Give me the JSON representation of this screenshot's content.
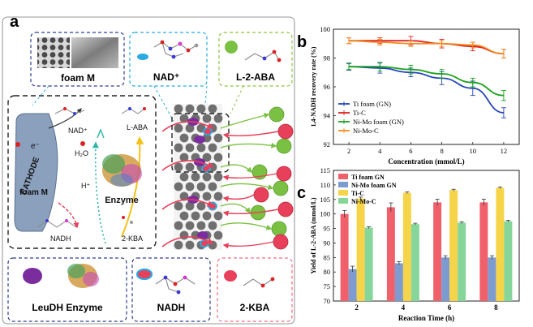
{
  "panel_a": {
    "letter": "a",
    "foam_m": "foam M",
    "nad_plus": "NAD⁺",
    "l2aba": "L-2-ABA",
    "leudh": "LeuDH Enzyme",
    "nadh": "NADH",
    "kba": "2-KBA",
    "inner": {
      "foam_m": "foam M",
      "nad": "NAD⁺",
      "laba": "L-ABA",
      "h2o": "H₂O",
      "hplus": "H⁺",
      "enzyme": "Enzyme",
      "nadh": "NADH",
      "kba": "2-KBA",
      "electron": "e⁻",
      "cathode": "CATHODE"
    }
  },
  "colors": {
    "blue_dash": "#29abe2",
    "green_dash": "#8cc63f",
    "pink_dash": "#f06e8a",
    "navy_dash": "#2e3d8f",
    "cathode": "#8aa0bd",
    "green_ball": "#7ac143",
    "red_ball": "#e8405a",
    "purple": "#7b2d9e"
  },
  "chart_data": [
    {
      "panel": "b",
      "type": "line",
      "xlabel": "Concentration (mmol/L)",
      "ylabel": "1,4-NADH recovery rate (%)",
      "xlim": [
        1,
        13
      ],
      "ylim": [
        92,
        100
      ],
      "xticks": [
        2,
        4,
        6,
        8,
        10,
        12
      ],
      "yticks": [
        92,
        94,
        96,
        98,
        100
      ],
      "x": [
        2,
        4,
        6,
        8,
        10,
        12
      ],
      "legend_position": "bottom-left",
      "series": [
        {
          "name": "Ti foam (GN)",
          "color": "#2446b8",
          "values": [
            97.4,
            97.3,
            97.0,
            96.6,
            95.9,
            94.2
          ],
          "err": [
            0.25,
            0.35,
            0.3,
            0.45,
            0.5,
            0.35
          ]
        },
        {
          "name": "Ti-C",
          "color": "#e02020",
          "values": [
            99.2,
            99.2,
            99.2,
            99.0,
            98.8,
            98.3
          ],
          "err": [
            0.2,
            0.2,
            0.3,
            0.3,
            0.3,
            0.3
          ]
        },
        {
          "name": "Ni-Mo foam (GN)",
          "color": "#18a218",
          "values": [
            97.4,
            97.4,
            97.2,
            96.9,
            96.3,
            95.4
          ],
          "err": [
            0.2,
            0.3,
            0.3,
            0.3,
            0.3,
            0.35
          ]
        },
        {
          "name": "Ni-Mo-C",
          "color": "#f28c1c",
          "values": [
            99.2,
            99.1,
            99.0,
            99.0,
            98.9,
            98.3
          ],
          "err": [
            0.2,
            0.2,
            0.2,
            0.2,
            0.2,
            0.3
          ]
        }
      ]
    },
    {
      "panel": "c",
      "type": "bar",
      "xlabel": "Reaction Time (h)",
      "ylabel": "Yield of L-2-ABA (mmol/L)",
      "ylim": [
        70,
        115
      ],
      "yticks": [
        70,
        75,
        80,
        85,
        90,
        95,
        100,
        105,
        110,
        115
      ],
      "categories": [
        "2",
        "4",
        "6",
        "8"
      ],
      "legend_position": "top-left",
      "series": [
        {
          "name": "Ti foam GN",
          "color": "#f0606a",
          "values": [
            100.0,
            102.3,
            104.0,
            104.0
          ],
          "err": [
            1.2,
            1.5,
            1.1,
            1.1
          ]
        },
        {
          "name": "Ni-Mo foam GN",
          "color": "#7e9bd0",
          "values": [
            81.0,
            83.0,
            85.0,
            85.0
          ],
          "err": [
            1.0,
            0.6,
            0.6,
            0.6
          ]
        },
        {
          "name": "Ti-C",
          "color": "#f6d44a",
          "values": [
            105.3,
            107.3,
            108.2,
            109.0
          ],
          "err": [
            0.5,
            0.3,
            0.3,
            0.3
          ]
        },
        {
          "name": "Ni-Mo-C",
          "color": "#86d69a",
          "values": [
            95.3,
            96.5,
            97.0,
            97.5
          ],
          "err": [
            0.3,
            0.3,
            0.3,
            0.3
          ]
        }
      ]
    }
  ]
}
